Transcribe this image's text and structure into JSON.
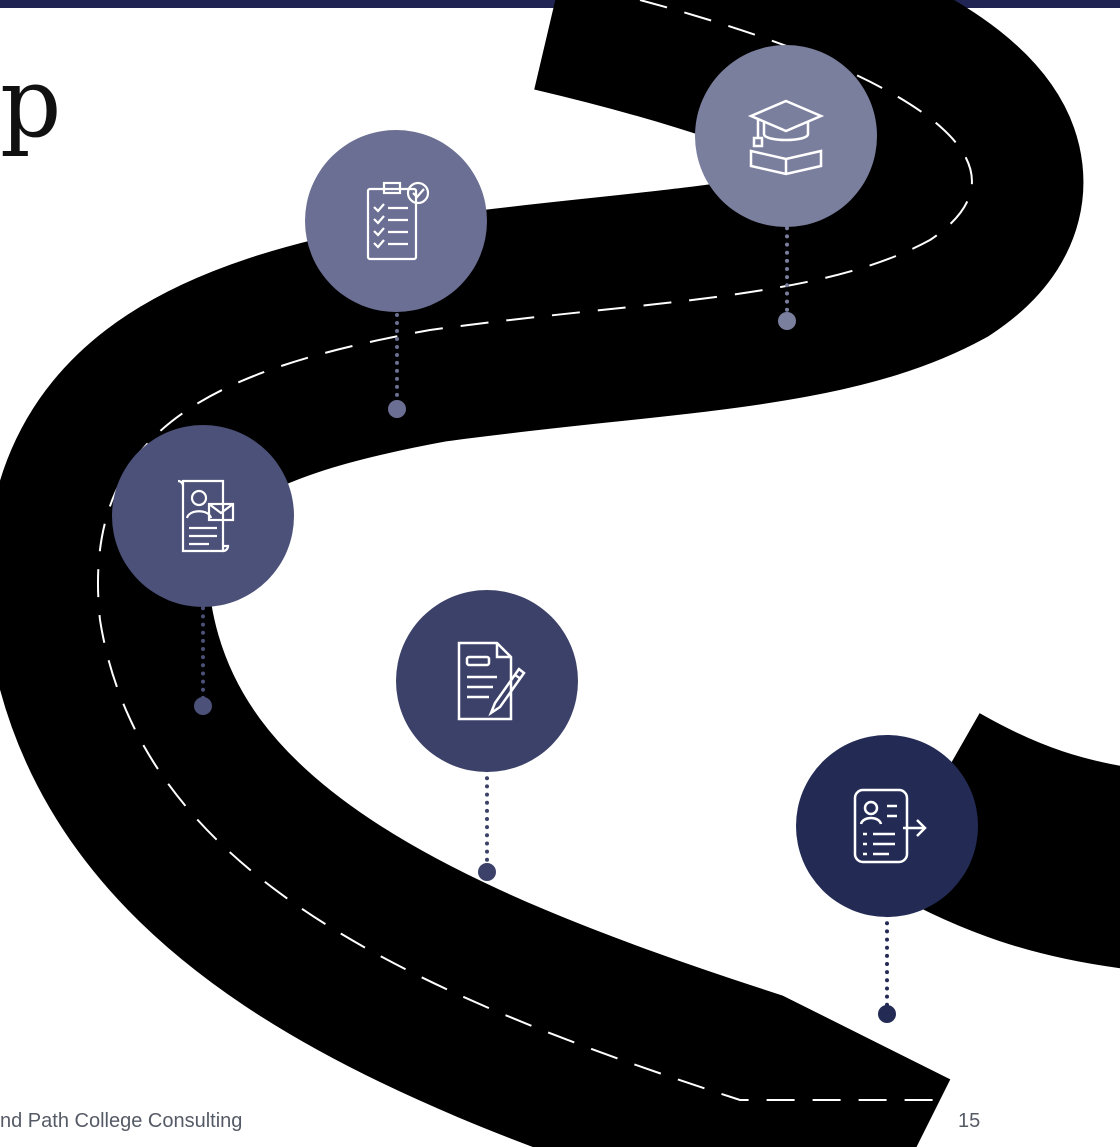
{
  "slide": {
    "title_fragment": "p",
    "footer": "nd Path College Consulting",
    "page_number": "15"
  },
  "colors": {
    "top_bar": "#1f2452",
    "road": "#000000",
    "lane_marking": "#ffffff",
    "milestone_1": "#7b7f9e",
    "milestone_2": "#6b6f93",
    "milestone_3": "#4b5178",
    "milestone_4": "#3b4168",
    "milestone_5": "#232b55"
  },
  "milestones": [
    {
      "icon": "graduation-cap-book-icon"
    },
    {
      "icon": "checklist-clipboard-icon"
    },
    {
      "icon": "resume-envelope-icon"
    },
    {
      "icon": "document-pen-icon"
    },
    {
      "icon": "profile-form-export-icon"
    }
  ]
}
